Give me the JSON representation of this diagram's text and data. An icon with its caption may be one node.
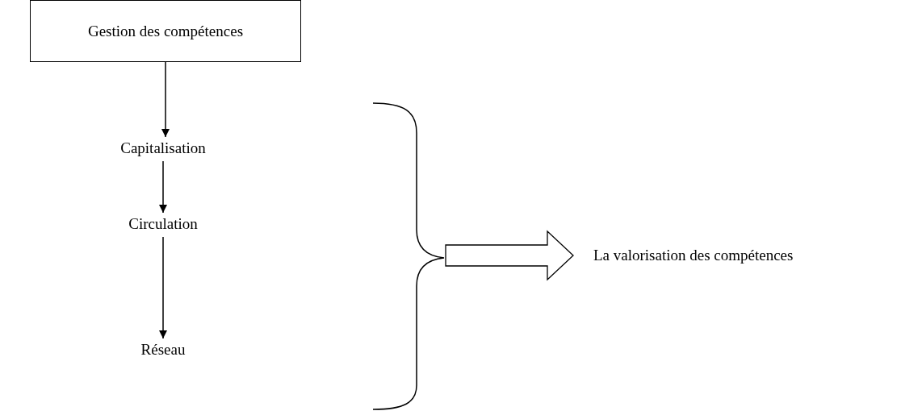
{
  "diagram": {
    "nodes": [
      {
        "text": [
          "Gestion des compétences"
        ]
      },
      {
        "text": [
          "Capitalisation"
        ]
      },
      {
        "text": [
          "Circulation"
        ]
      },
      {
        "text": [
          "Réseau"
        ]
      },
      {
        "text": [
          "La valorisation des compétences"
        ]
      }
    ],
    "edges": [
      {
        "from": 0,
        "to": 1,
        "arrow": "to"
      },
      {
        "from": 1,
        "to": 2,
        "arrow": "to"
      },
      {
        "from": 2,
        "to": 3,
        "arrow": "to"
      },
      {
        "from": null,
        "to": 4,
        "arrow": "to",
        "style": "thick"
      }
    ]
  }
}
